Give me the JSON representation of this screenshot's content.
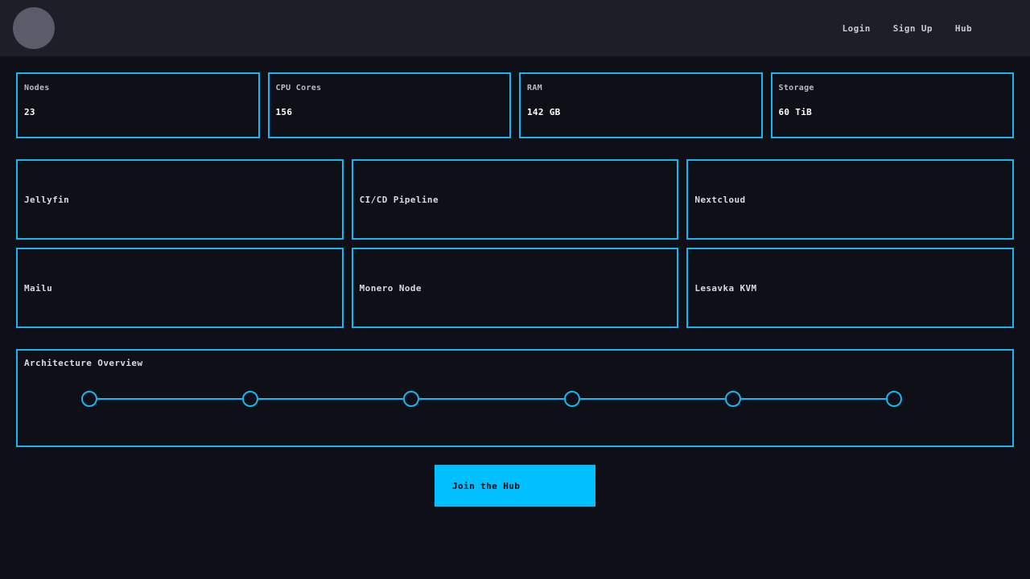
{
  "theme": {
    "page_background": "#0e0f17",
    "header_background": "#1d1e28",
    "accent": "#17b6f0",
    "cta_background": "#00bfff",
    "avatar_color": "#5b5c6a",
    "label_color": "#b9bdc9",
    "value_color": "#ffffff"
  },
  "header": {
    "avatar_name": "user-avatar",
    "nav": [
      {
        "label": "Login"
      },
      {
        "label": "Sign Up"
      },
      {
        "label": "Hub"
      }
    ]
  },
  "stats": [
    {
      "label": "Nodes",
      "value": "23"
    },
    {
      "label": "CPU Cores",
      "value": "156"
    },
    {
      "label": "RAM",
      "value": "142 GB"
    },
    {
      "label": "Storage",
      "value": "60 TiB"
    }
  ],
  "services": [
    {
      "name": "Jellyfin"
    },
    {
      "name": "CI/CD Pipeline"
    },
    {
      "name": "Nextcloud"
    },
    {
      "name": "Mailu"
    },
    {
      "name": "Monero Node"
    },
    {
      "name": "Lesavka KVM"
    }
  ],
  "architecture": {
    "title": "Architecture Overview",
    "node_count": 6,
    "node_positions_x": [
      81,
      281,
      481,
      681,
      881,
      1081
    ],
    "node_radius": 9,
    "line_color": "#17b6f0"
  },
  "cta": {
    "label": "Join the Hub"
  }
}
